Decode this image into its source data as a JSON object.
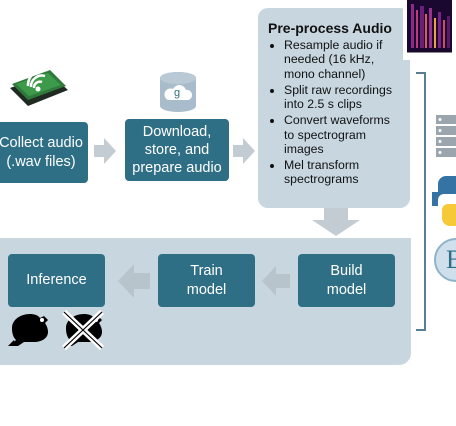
{
  "collect": {
    "label": "Collect audio\n(.wav files)"
  },
  "download": {
    "label": "Download,\nstore, and\nprepare audio"
  },
  "preprocess": {
    "title": "Pre-process Audio",
    "items": [
      "Resample audio if needed (16 kHz, mono channel)",
      "Split raw recordings into 2.5 s clips",
      "Convert waveforms to spectrogram images",
      "Mel transform spectrograms"
    ]
  },
  "build": {
    "label": "Build\nmodel"
  },
  "train": {
    "label": "Train\nmodel"
  },
  "inference": {
    "label": "Inference"
  },
  "cloud_icon": {
    "letter": "g"
  },
  "side_icon_letter": "E",
  "icons": [
    "audio-recorder-icon",
    "cloud-storage-icon",
    "spectrogram-image",
    "server-icon",
    "python-logo-icon",
    "frog-icon",
    "no-frog-icon"
  ],
  "colors": {
    "box": "#2f6f86",
    "panel": "#c7d6df",
    "arrow": "#c3ccd2"
  }
}
